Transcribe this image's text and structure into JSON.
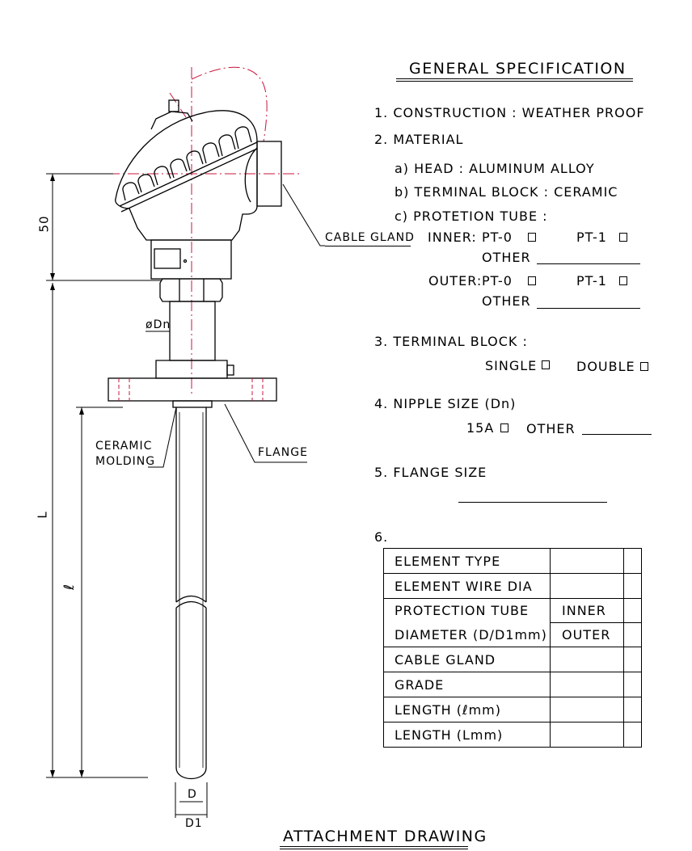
{
  "title": "GENERAL SPECIFICATION",
  "footer_title": "ATTACHMENT DRAWING",
  "spec": {
    "item1": "1. CONSTRUCTION : WEATHER PROOF",
    "item2": "2. MATERIAL",
    "item2a": "a) HEAD : ALUMINUM ALLOY",
    "item2b": "b) TERMINAL BLOCK : CERAMIC",
    "item2c": "c) PROTETION TUBE :",
    "inner_label": "INNER:",
    "outer_label": "OUTER:",
    "pt0": "PT-0",
    "pt1": "PT-1",
    "other": "OTHER",
    "item3": "3. TERMINAL BLOCK :",
    "single": "SINGLE",
    "double": "DOUBLE",
    "item4": "4. NIPPLE SIZE (Dn)",
    "size15a": "15A",
    "item5": "5. FLANGE SIZE",
    "item6": "6."
  },
  "table": {
    "rows": [
      {
        "label": "ELEMENT TYPE",
        "value": ""
      },
      {
        "label": "ELEMENT WIRE DIA",
        "value": ""
      },
      {
        "label": "PROTECTION TUBE",
        "value": "INNER"
      },
      {
        "label": "DIAMETER (D/D1mm)",
        "value": "OUTER"
      },
      {
        "label": "CABLE GLAND",
        "value": ""
      },
      {
        "label": "GRADE",
        "value": ""
      },
      {
        "label": "LENGTH   (ℓmm)",
        "value": ""
      },
      {
        "label": "LENGTH   (Lmm)",
        "value": ""
      }
    ]
  },
  "labels": {
    "cable_gland": "CABLE GLAND",
    "ceramic_molding_1": "CERAMIC",
    "ceramic_molding_2": "MOLDING",
    "flange": "FLANGE",
    "dim_50": "50",
    "dim_L": "L",
    "dim_l": "ℓ",
    "dim_dn": "øDn",
    "dim_D": "D",
    "dim_D1": "D1"
  },
  "colors": {
    "line": "#000000",
    "centerline": "#c8143c",
    "bolt": "#c8143c"
  }
}
